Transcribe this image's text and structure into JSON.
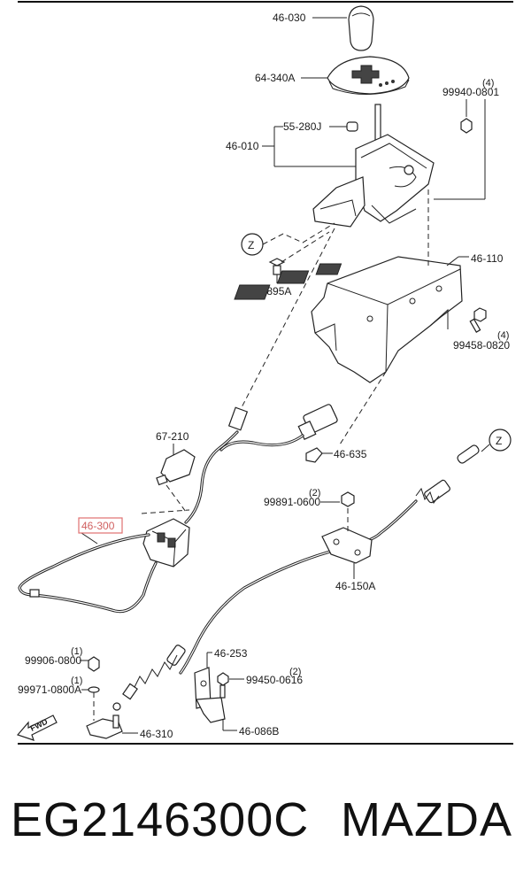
{
  "callouts": {
    "p46_030": "46-030",
    "p64_340a": "64-340A",
    "p99940": "99940-0801",
    "q99940": "(4)",
    "p55_280j": "55-280J",
    "p46_010": "46-010",
    "z1": "Z",
    "p61_895a": "61-895A",
    "p46_110": "46-110",
    "p99458": "99458-0820",
    "q99458": "(4)",
    "p67_210": "67-210",
    "p46_635": "46-635",
    "z2": "Z",
    "p99891": "99891-0600",
    "q99891": "(2)",
    "p46_300": "46-300",
    "p46_150a": "46-150A",
    "p46_253": "46-253",
    "p99450": "99450-0616",
    "q99450": "(2)",
    "p99906": "99906-0800",
    "q99906": "(1)",
    "p99971": "99971-0800A",
    "q99971": "(1)",
    "p46_310": "46-310",
    "p46_086b": "46-086B",
    "fwd": "FWD"
  },
  "footer": {
    "part_number": "EG2146300C",
    "brand": "MAZDA"
  },
  "colors": {
    "highlight": "#e07070",
    "ink": "#222222"
  }
}
